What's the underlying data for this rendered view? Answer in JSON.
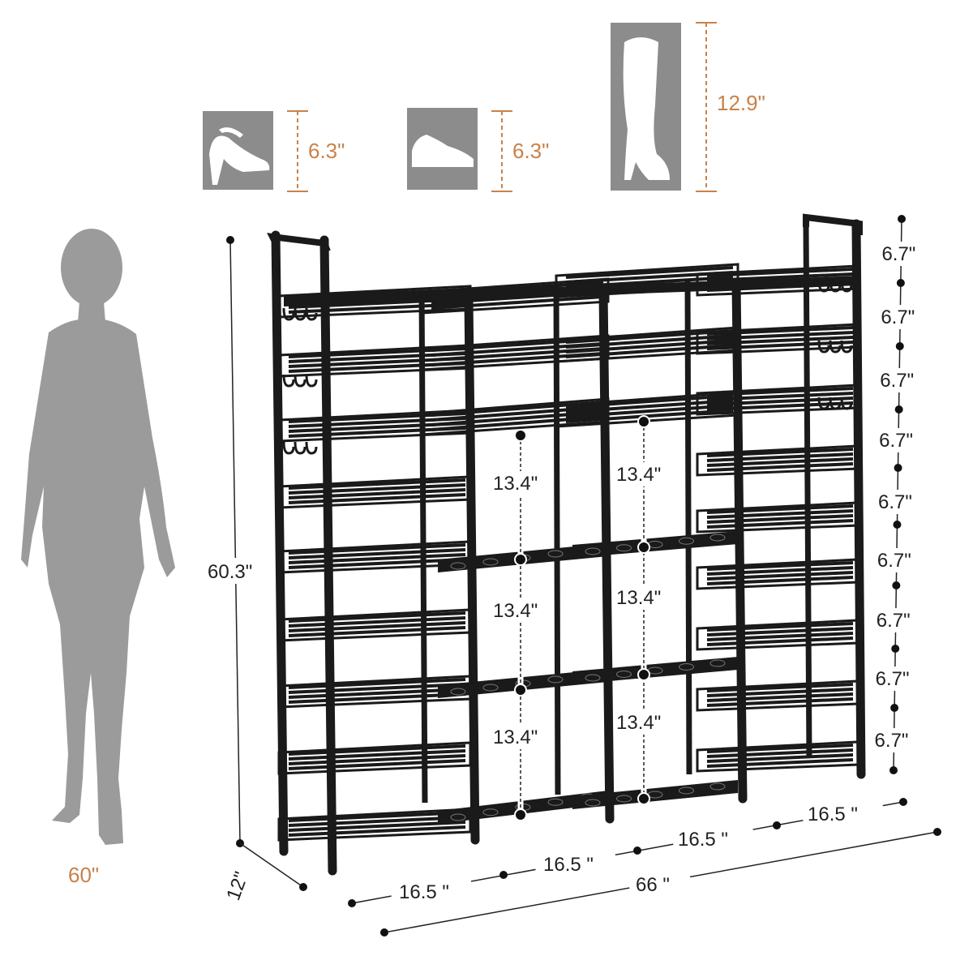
{
  "colors": {
    "accent": "#c8824a",
    "rack": "#1a1a1a",
    "silhouette": "#9b9b9b",
    "icon_bg": "#8c8c8c",
    "dimension_line": "#222222"
  },
  "person": {
    "icon": "woman-silhouette-icon",
    "height_label": "60\""
  },
  "shoe_icons": [
    {
      "icon": "high-heel-icon",
      "height_label": "6.3\""
    },
    {
      "icon": "sneaker-icon",
      "height_label": "6.3\""
    },
    {
      "icon": "tall-boot-icon",
      "height_label": "12.9\""
    }
  ],
  "rack": {
    "total_height": "60.3\"",
    "depth": "12\"",
    "total_width": "66 \"",
    "section_widths": [
      "16.5 \"",
      "16.5 \"",
      "16.5 \"",
      "16.5 \""
    ],
    "tall_tier_heights": [
      "13.4\"",
      "13.4\"",
      "13.4\"",
      "13.4\"",
      "13.4\"",
      "13.4\""
    ],
    "tier_heights": [
      "6.7\"",
      "6.7\"",
      "6.7\"",
      "6.7\"",
      "6.7\"",
      "6.7\"",
      "6.7\"",
      "6.7\"",
      "6.7\""
    ]
  }
}
